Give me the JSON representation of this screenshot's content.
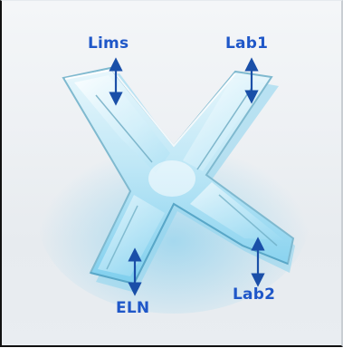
{
  "labels": {
    "lims": "Lims",
    "lab1": "Lab1",
    "eln": "ELN",
    "lab2": "Lab2"
  },
  "colors": {
    "label_text": "#1f57c8",
    "arrow": "#1a4fa8",
    "glass_light": "#e8f8fd",
    "glass_mid": "#9fdcf2",
    "glass_dark": "#4eb9e4"
  },
  "logo": {
    "icon": "glass-x-logo"
  }
}
